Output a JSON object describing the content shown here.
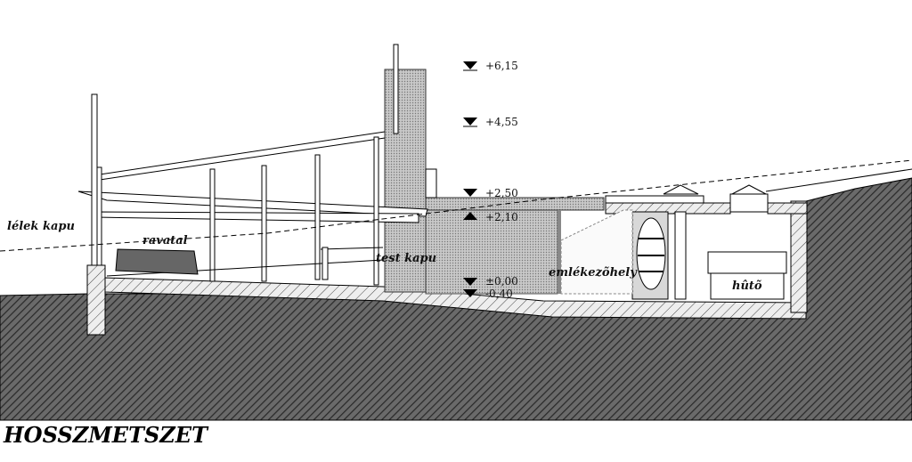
{
  "title": "HOSSZMETSZET",
  "labels": {
    "lelek_kapu": "lélek kapu",
    "ravatal": "ravatal",
    "test_kapu": "test kapu",
    "emlekezohely": "emlékezõhely",
    "huto": "hûtõ"
  },
  "levels": [
    "+6,15",
    "+4,55",
    "+2,50",
    "+2,10",
    "±0,00",
    "-0,40"
  ]
}
